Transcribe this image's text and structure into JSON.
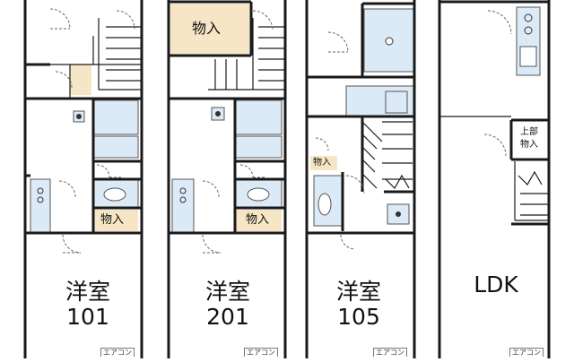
{
  "units": [
    {
      "room": "洋室",
      "number": "101",
      "storage": "物入",
      "aircon": "エアコン"
    },
    {
      "room": "洋室",
      "number": "201",
      "storage": "物入",
      "storage_top": "物入",
      "aircon": "エアコン"
    },
    {
      "room": "洋室",
      "number": "105",
      "storage": "物入",
      "aircon": "エアコン"
    },
    {
      "room": "LDK",
      "upper_storage": [
        "上部",
        "物入"
      ],
      "aircon": "エアコン"
    }
  ],
  "colors": {
    "wall": "#1a1a1a",
    "fixture_fill": "#dbeaf6",
    "storage_fill": "#f6e6c6",
    "dash": "#666666"
  }
}
